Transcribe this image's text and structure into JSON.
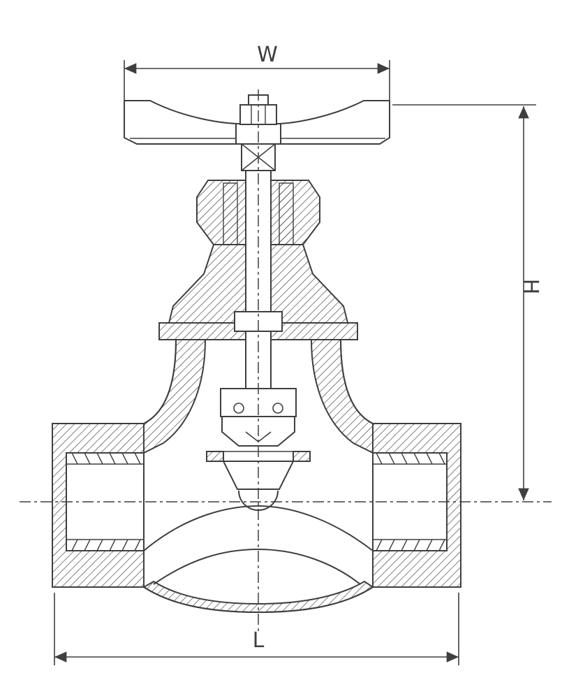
{
  "diagram": {
    "type": "technical-drawing",
    "subject": "globe-valve-cross-section",
    "labels": {
      "width": "W",
      "height": "H",
      "length": "L"
    },
    "colors": {
      "line": "#3f3f3f",
      "background": "#ffffff"
    }
  }
}
